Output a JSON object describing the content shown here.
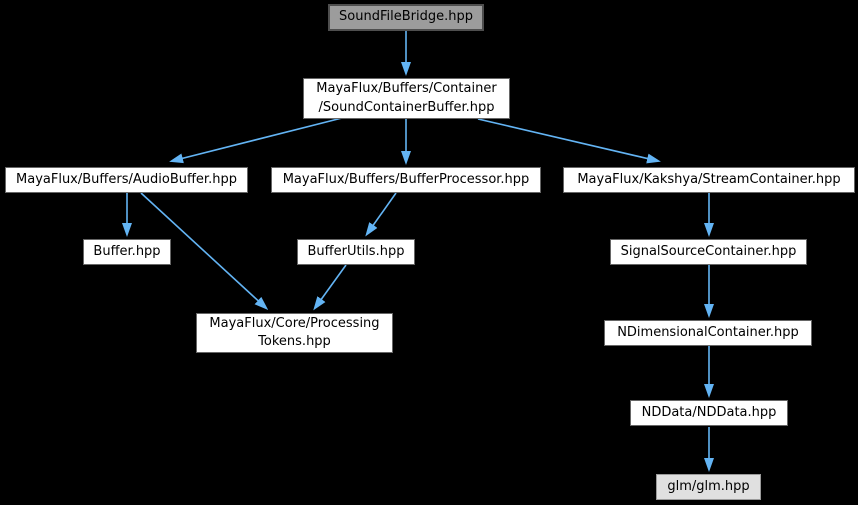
{
  "diagram": {
    "type": "include-dependency-graph",
    "background_color": "#000000",
    "edge_color": "#63b4f4",
    "node_fill": "#ffffff",
    "node_border": "#666666",
    "root_fill": "#9c9c9c",
    "root_border": "#4e4e4e",
    "leaf_fill": "#e0e0e0",
    "leaf_border": "#9a9a9a"
  },
  "nodes": [
    {
      "id": "soundfilebridge",
      "label": "SoundFileBridge.hpp",
      "type": "root"
    },
    {
      "id": "soundcontainerbuffer",
      "label": "MayaFlux/Buffers/Container\n/SoundContainerBuffer.hpp",
      "type": "normal"
    },
    {
      "id": "audiobuffer",
      "label": "MayaFlux/Buffers/AudioBuffer.hpp",
      "type": "normal"
    },
    {
      "id": "bufferprocessor",
      "label": "MayaFlux/Buffers/BufferProcessor.hpp",
      "type": "normal"
    },
    {
      "id": "streamcontainer",
      "label": "MayaFlux/Kakshya/StreamContainer.hpp",
      "type": "normal"
    },
    {
      "id": "buffer",
      "label": "Buffer.hpp",
      "type": "normal"
    },
    {
      "id": "bufferutils",
      "label": "BufferUtils.hpp",
      "type": "normal"
    },
    {
      "id": "signalsourcecontainer",
      "label": "SignalSourceContainer.hpp",
      "type": "normal"
    },
    {
      "id": "processingtokens",
      "label": "MayaFlux/Core/Processing\nTokens.hpp",
      "type": "normal"
    },
    {
      "id": "ndimensionalcontainer",
      "label": "NDimensionalContainer.hpp",
      "type": "normal"
    },
    {
      "id": "nddata",
      "label": "NDData/NDData.hpp",
      "type": "normal"
    },
    {
      "id": "glm",
      "label": "glm/glm.hpp",
      "type": "leaf"
    }
  ],
  "edges": [
    {
      "from": "soundfilebridge",
      "to": "soundcontainerbuffer",
      "points": [
        406,
        31,
        406,
        73
      ]
    },
    {
      "from": "soundcontainerbuffer",
      "to": "audiobuffer",
      "points": [
        342,
        118,
        172,
        161
      ]
    },
    {
      "from": "soundcontainerbuffer",
      "to": "bufferprocessor",
      "points": [
        406,
        119,
        406,
        162
      ]
    },
    {
      "from": "soundcontainerbuffer",
      "to": "streamcontainer",
      "points": [
        478,
        119,
        658,
        161
      ]
    },
    {
      "from": "audiobuffer",
      "to": "buffer",
      "points": [
        127,
        193,
        127,
        234
      ]
    },
    {
      "from": "audiobuffer",
      "to": "processingtokens",
      "points": [
        141,
        193,
        266,
        308
      ]
    },
    {
      "from": "bufferprocessor",
      "to": "bufferutils",
      "points": [
        396,
        193,
        367,
        234
      ]
    },
    {
      "from": "bufferutils",
      "to": "processingtokens",
      "points": [
        346,
        265,
        315,
        308
      ]
    },
    {
      "from": "streamcontainer",
      "to": "signalsourcecontainer",
      "points": [
        709,
        193,
        709,
        234
      ]
    },
    {
      "from": "signalsourcecontainer",
      "to": "ndimensionalcontainer",
      "points": [
        709,
        265,
        709,
        315
      ]
    },
    {
      "from": "ndimensionalcontainer",
      "to": "nddata",
      "points": [
        709,
        346,
        709,
        395
      ]
    },
    {
      "from": "nddata",
      "to": "glm",
      "points": [
        709,
        427,
        709,
        469
      ]
    }
  ]
}
